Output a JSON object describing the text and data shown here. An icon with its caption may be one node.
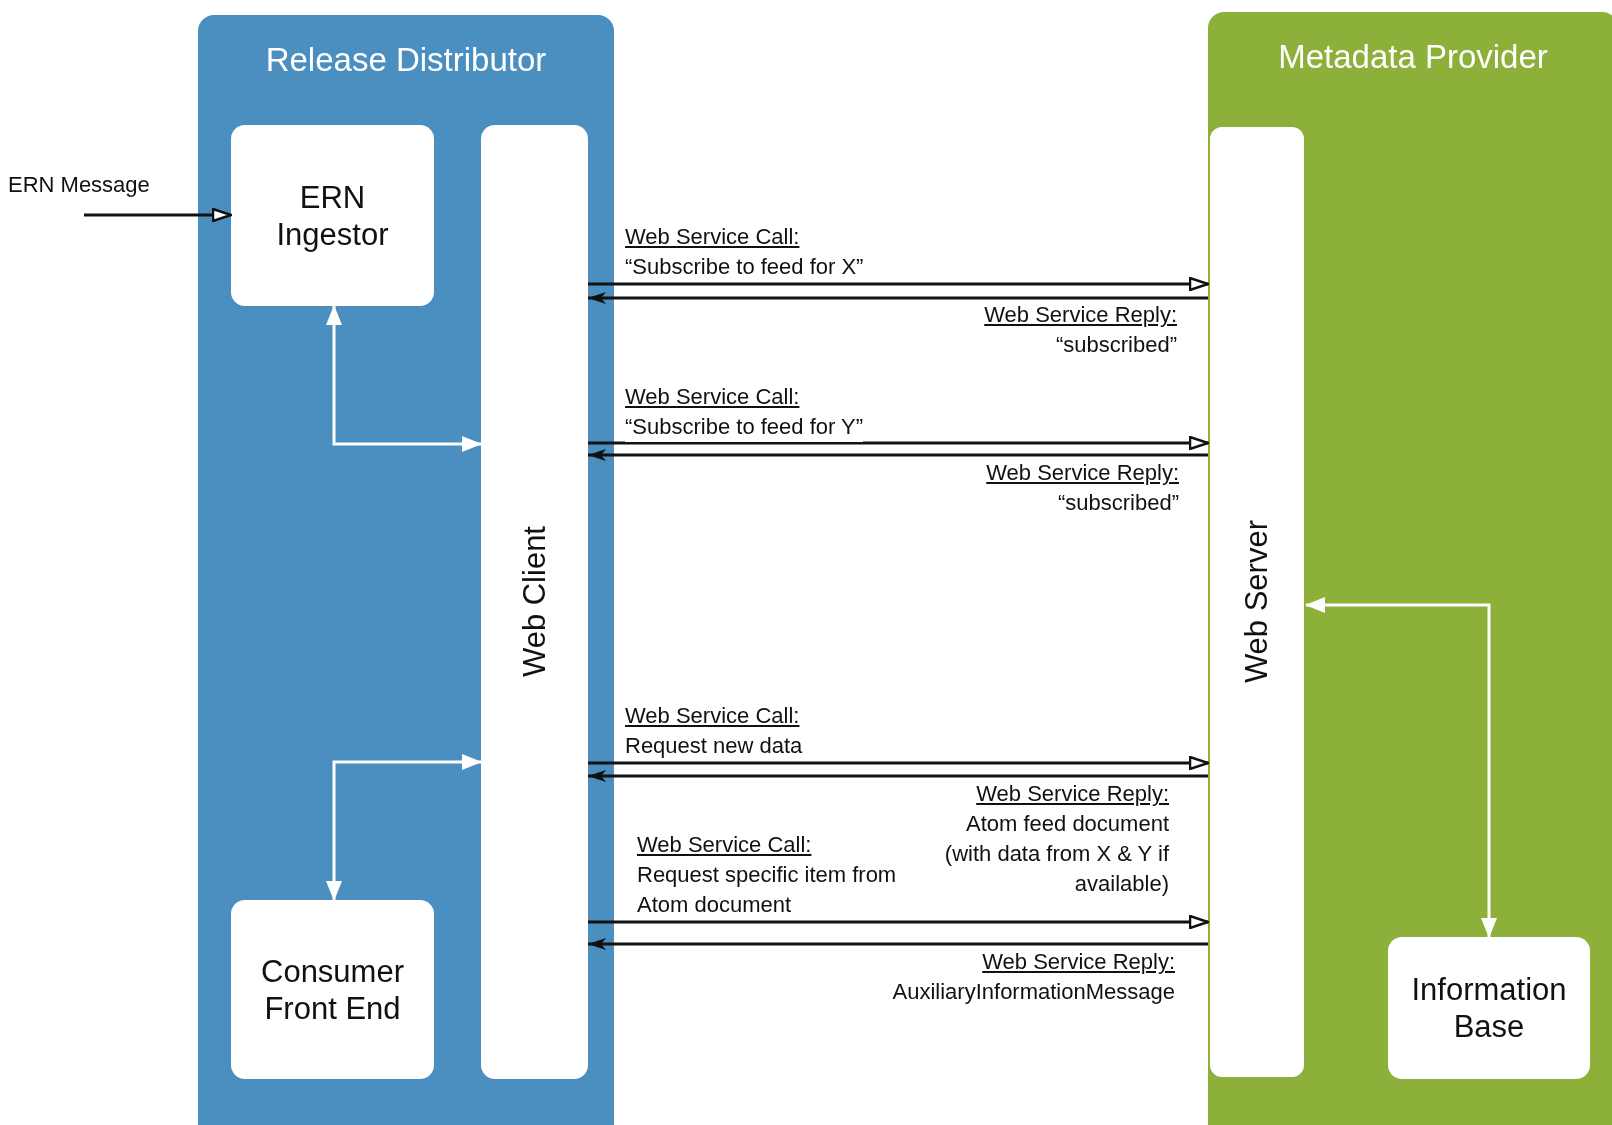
{
  "diagram": {
    "nodes": [
      {
        "text": [
          "Release Distributor"
        ]
      },
      {
        "text": [
          "ERN Ingestor"
        ],
        "in": 0
      },
      {
        "text": [
          "Web Client"
        ],
        "in": 0
      },
      {
        "text": [
          "Consumer Front End"
        ],
        "in": 0
      },
      {
        "text": [
          "Metadata Provider"
        ]
      },
      {
        "text": [
          "Web Server"
        ],
        "in": 4
      },
      {
        "text": [
          "Information Base"
        ],
        "in": 4
      },
      {
        "text": [
          "ERN Message"
        ]
      }
    ],
    "edges": [
      {
        "from": 7,
        "to": 1,
        "arrow": "to"
      },
      {
        "from": 1,
        "to": 2,
        "arrow": "both",
        "color": "#ffffff"
      },
      {
        "from": 3,
        "to": 2,
        "arrow": "both",
        "color": "#ffffff"
      },
      {
        "from": 6,
        "to": 5,
        "arrow": "both",
        "color": "#ffffff"
      },
      {
        "from": 2,
        "to": 5,
        "arrow": "to",
        "label": "Web Service Call: “Subscribe to feed for X”"
      },
      {
        "from": 5,
        "to": 2,
        "arrow": "to",
        "label": "Web Service Reply: “subscribed”"
      },
      {
        "from": 2,
        "to": 5,
        "arrow": "to",
        "label": "Web Service Call: “Subscribe to feed for Y”"
      },
      {
        "from": 5,
        "to": 2,
        "arrow": "to",
        "label": "Web Service Reply: “subscribed”"
      },
      {
        "from": 2,
        "to": 5,
        "arrow": "to",
        "label": "Web Service Call: Request new data"
      },
      {
        "from": 5,
        "to": 2,
        "arrow": "to",
        "label": "Web Service Reply: Atom feed document (with data from X & Y if available)"
      },
      {
        "from": 2,
        "to": 5,
        "arrow": "to",
        "label": "Web Service Call: Request specific item from Atom document"
      },
      {
        "from": 5,
        "to": 2,
        "arrow": "to",
        "label": "Web Service Reply: AuxiliaryInformationMessage"
      }
    ]
  }
}
